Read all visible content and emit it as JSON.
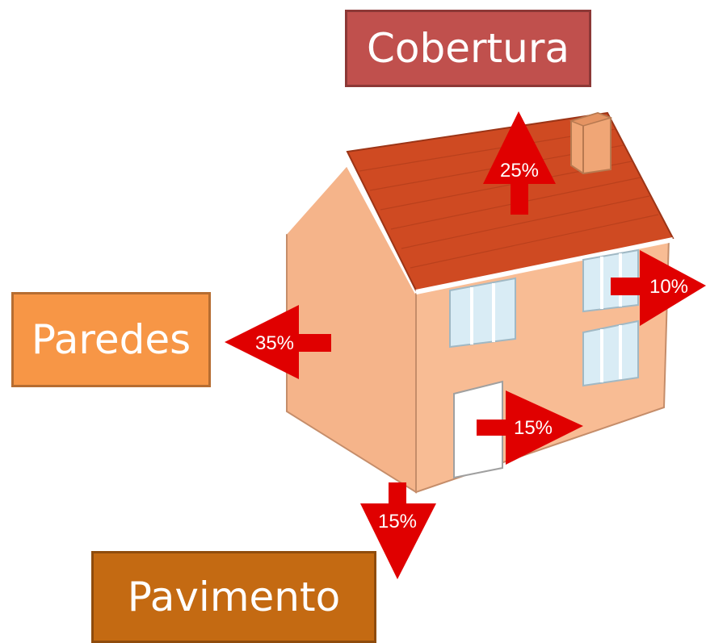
{
  "labels": {
    "roof": "Cobertura",
    "walls": "Paredes",
    "floor": "Pavimento"
  },
  "losses": {
    "roof": "25%",
    "walls": "35%",
    "windows": "10%",
    "door": "15%",
    "floor": "15%"
  },
  "colors": {
    "roof_label": "#c0504d",
    "walls_label": "#f79646",
    "floor_label": "#c46a12",
    "arrow": "#e00000",
    "roof_tiles": "#cf4a22",
    "house_wall": "#f7b98f",
    "window_glass": "#d9ecf5"
  }
}
